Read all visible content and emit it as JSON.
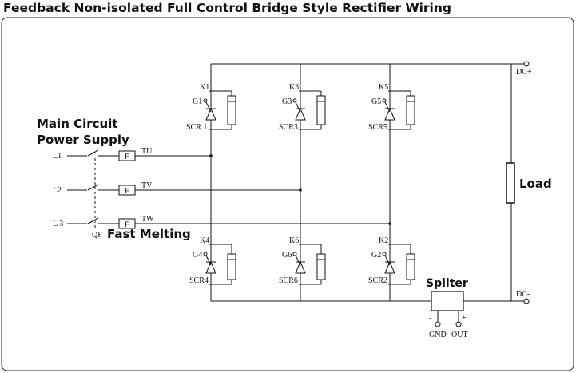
{
  "title": "Feedback Non-isolated Full Control Bridge Style Rectifier Wiring",
  "power_label_1": "Main Circuit",
  "power_label_2": "Power Supply",
  "phases": [
    {
      "input": "L1",
      "fuse": "F",
      "line": "TU"
    },
    {
      "input": "L2",
      "fuse": "F",
      "line": "TV"
    },
    {
      "input": "L 3",
      "fuse": "F",
      "line": "TW"
    }
  ],
  "breaker_label": "QF",
  "fuse_caption": "Fast Melting",
  "thyristors_top": [
    {
      "k": "K1",
      "g": "G1",
      "scr": "SCR 1"
    },
    {
      "k": "K3",
      "g": "G3",
      "scr": "SCR3"
    },
    {
      "k": "K5",
      "g": "G5",
      "scr": "SCR5"
    }
  ],
  "thyristors_bottom": [
    {
      "k": "K4",
      "g": "G4",
      "scr": "SCR4"
    },
    {
      "k": "K6",
      "g": "G6",
      "scr": "SCR6"
    },
    {
      "k": "K2",
      "g": "G2",
      "scr": "SCR2"
    }
  ],
  "dc_plus": "DC+",
  "dc_minus": "DC-",
  "load_label": "Load",
  "splitter_label": "Spliter",
  "gnd_label": "GND",
  "out_label": "OUT",
  "minus_sign": "-",
  "plus_sign": "+"
}
